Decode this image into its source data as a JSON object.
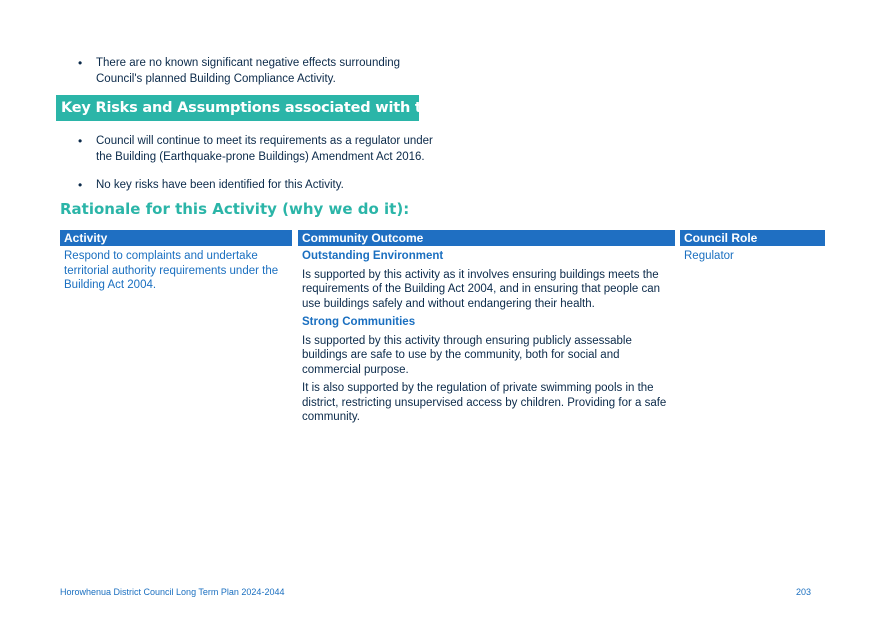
{
  "intro_bullets": [
    "There are no known significant negative effects surrounding Council's planned Building Compliance Activity."
  ],
  "risks_banner": "Key Risks and Assumptions associated with this Activity:",
  "risk_bullets": [
    "Council will continue to meet its requirements as a regulator under the Building (Earthquake-prone Buildings) Amendment Act 2016.",
    "No key risks have been identified for this Activity."
  ],
  "rationale_heading": "Rationale for this Activity (why we do it):",
  "table": {
    "headers": [
      "Activity",
      "Community Outcome",
      "Council Role"
    ],
    "activity": "Respond to complaints and undertake territorial authority requirements under the Building Act 2004.",
    "outcomes": [
      {
        "title": "Outstanding Environment",
        "paragraphs": [
          "Is supported by this activity as it involves ensuring buildings meets the requirements of the Building Act 2004, and in ensuring that people can use buildings safely and without endangering their health."
        ]
      },
      {
        "title": "Strong Communities",
        "paragraphs": [
          "Is supported by this activity through ensuring publicly assessable buildings are safe to use by the community, both for social and commercial purpose.",
          "It is also supported by the regulation of private swimming pools in the district, restricting unsupervised access by children.  Providing for a safe community."
        ]
      }
    ],
    "role": "Regulator"
  },
  "footer": {
    "left": "Horowhenua District Council Long Term Plan 2024-2044",
    "page_number": "203"
  },
  "colors": {
    "teal": "#2bb5a8",
    "header_blue": "#1f6fc2",
    "text_blue": "#1a6fc0",
    "navy": "#0b2a4a"
  }
}
